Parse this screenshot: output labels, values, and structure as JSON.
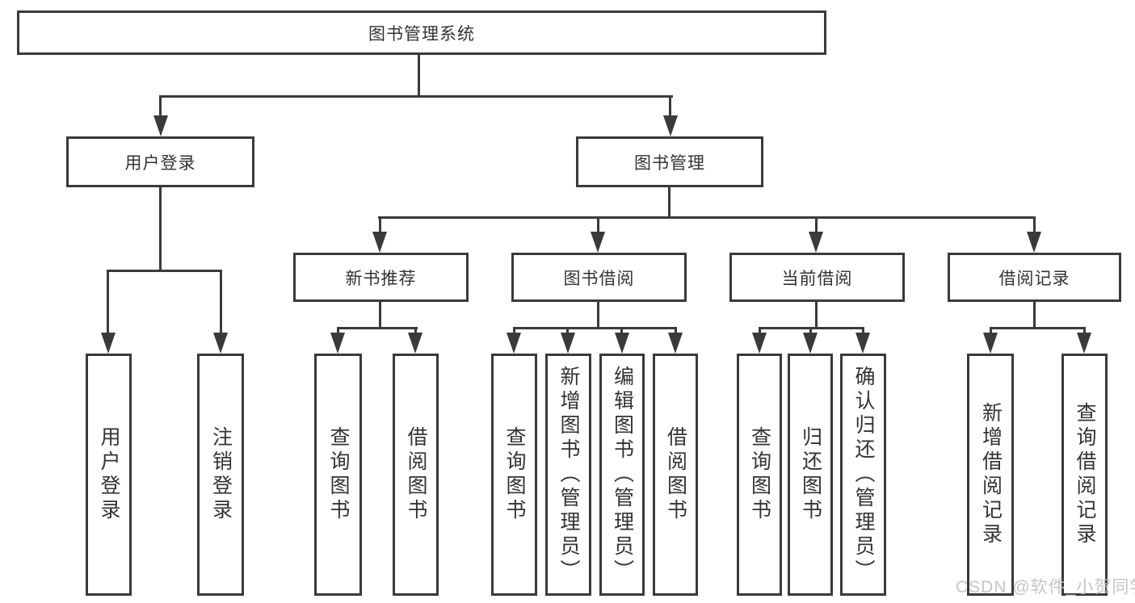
{
  "diagram": {
    "root": {
      "label": "图书管理系统"
    },
    "level2": [
      {
        "label": "用户登录"
      },
      {
        "label": "图书管理"
      }
    ],
    "level3": [
      {
        "label": "新书推荐"
      },
      {
        "label": "图书借阅"
      },
      {
        "label": "当前借阅"
      },
      {
        "label": "借阅记录"
      }
    ],
    "leaves": [
      {
        "label": "用户登录"
      },
      {
        "label": "注销登录"
      },
      {
        "label": "查询图书"
      },
      {
        "label": "借阅图书"
      },
      {
        "label": "查询图书"
      },
      {
        "label": "新增图书（管理员）"
      },
      {
        "label": "编辑图书（管理员）"
      },
      {
        "label": "借阅图书"
      },
      {
        "label": "查询图书"
      },
      {
        "label": "归还图书"
      },
      {
        "label": "确认归还（管理员）"
      },
      {
        "label": "新增借阅记录"
      },
      {
        "label": "查询借阅记录"
      }
    ],
    "watermark": "CSDN @软件_小贺同学",
    "colors": {
      "line": "#3a3a3a",
      "text": "#333333",
      "watermark": "#c5c5c5",
      "background": "#ffffff"
    }
  }
}
